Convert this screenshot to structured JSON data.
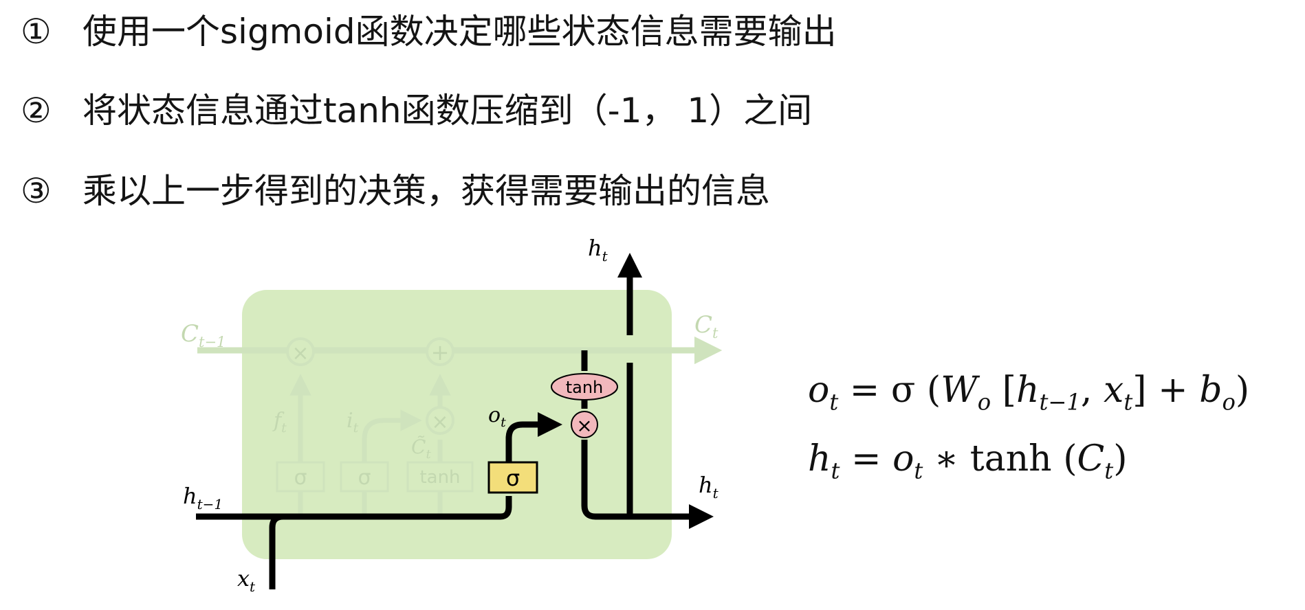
{
  "steps": [
    {
      "num": "①",
      "text": "使用一个sigmoid函数决定哪些状态信息需要输出"
    },
    {
      "num": "②",
      "text": "将状态信息通过tanh函数压缩到（-1， 1）之间"
    },
    {
      "num": "③",
      "text": "乘以上一步得到的决策，获得需要输出的信息"
    }
  ],
  "diagram": {
    "colors": {
      "cell_bg": "#d7ebc0",
      "faded": "#cfe3bd",
      "faded_text": "#c3d8b0",
      "sigma_box": "#f3de7a",
      "tanh_oval": "#f2b8bc",
      "line": "#000000"
    },
    "labels": {
      "c_prev": "C",
      "c_prev_sub": "t−1",
      "c_t": "C",
      "c_t_sub": "t",
      "h_top": "h",
      "h_top_sub": "t",
      "h_right": "h",
      "h_right_sub": "t",
      "h_prev": "h",
      "h_prev_sub": "t−1",
      "x_t": "x",
      "x_t_sub": "t",
      "o_t": "o",
      "o_t_sub": "t",
      "f_t": "f",
      "f_t_sub": "t",
      "i_t": "i",
      "i_t_sub": "t",
      "c_tilde": "C̃",
      "c_tilde_sub": "t",
      "sigma": "σ",
      "tanh": "tanh",
      "times": "×",
      "plus": "+"
    }
  },
  "formulas": {
    "ot": {
      "lhs": "o",
      "lhs_sub": "t",
      "eq": " = σ (",
      "w": "W",
      "w_sub": "o",
      "open": " [",
      "h": "h",
      "h_sub": "t−1",
      "comma": ", ",
      "x": "x",
      "x_sub": "t",
      "close": "]  +  ",
      "b": "b",
      "b_sub": "o",
      "end": ")"
    },
    "ht": {
      "lhs": "h",
      "lhs_sub": "t",
      "eq": " = ",
      "o": "o",
      "o_sub": "t",
      "mid": " ∗ tanh (",
      "c": "C",
      "c_sub": "t",
      "end": ")"
    }
  }
}
